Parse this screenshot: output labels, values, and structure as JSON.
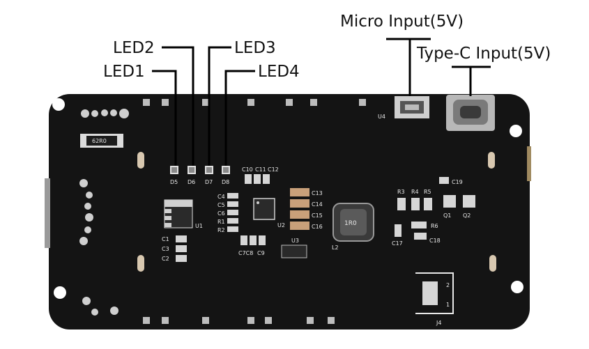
{
  "callouts": {
    "led1": "LED1",
    "led2": "LED2",
    "led3": "LED3",
    "led4": "LED4",
    "micro": "Micro Input(5V)",
    "typec": "Type-C Input(5V)"
  },
  "silkscreen": {
    "u1": "U1",
    "u2": "U2",
    "u3": "U3",
    "u4": "U4",
    "d5": "D5",
    "d6": "D6",
    "d7": "D7",
    "d8": "D8",
    "c1": "C1",
    "c2": "C2",
    "c3": "C3",
    "c4": "C4",
    "c5": "C5",
    "c6": "C6",
    "c7c8": "C7C8",
    "c9": "C9",
    "c10": "C10",
    "c11": "C11",
    "c12": "C12",
    "c13": "C13",
    "c14": "C14",
    "c15": "C15",
    "c16": "C16",
    "c17": "C17",
    "c18": "C18",
    "c19": "C19",
    "r1": "R1",
    "r2": "R2",
    "r3": "R3",
    "r4": "R4",
    "r5": "R5",
    "r6": "R6",
    "q1": "Q1",
    "q2": "Q2",
    "l2": "L2",
    "j4": "J4",
    "inductor": "1R0",
    "resistor": "62R0",
    "j4_pin1": "1",
    "j4_pin2": "2"
  },
  "colors": {
    "pcb": "#141414",
    "silkscreen": "#e8e8e8",
    "pad": "#c8c8c8",
    "leader": "#000000"
  }
}
